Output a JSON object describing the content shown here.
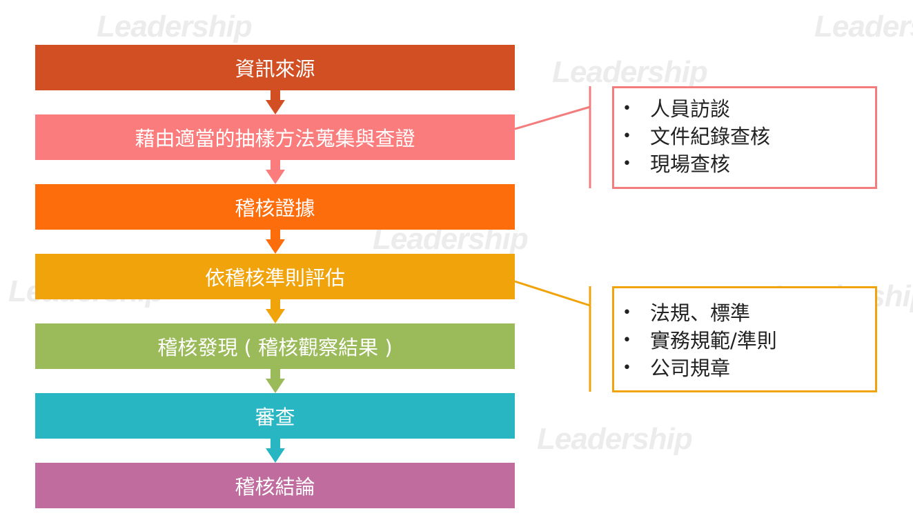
{
  "watermark": "Leadership",
  "steps": [
    {
      "label": "資訊來源",
      "color": "#d14f22"
    },
    {
      "label": "藉由適當的抽樣方法蒐集與查證",
      "color": "#fb7c7c"
    },
    {
      "label": "稽核證據",
      "color": "#fd6d0c"
    },
    {
      "label": "依稽核準則評估",
      "color": "#f0a30a"
    },
    {
      "label": "稽核發現 ( 稽核觀察結果 )",
      "color": "#9bbb5a"
    },
    {
      "label": "審查",
      "color": "#29b6c3"
    },
    {
      "label": "稽核結論",
      "color": "#c06c9f"
    }
  ],
  "notes": [
    {
      "color": "#f47c7c",
      "items": [
        "人員訪談",
        "文件紀錄查核",
        "現場查核"
      ]
    },
    {
      "color": "#f0a30a",
      "items": [
        "法規、標準",
        "實務規範/準則",
        "公司規章"
      ]
    }
  ]
}
